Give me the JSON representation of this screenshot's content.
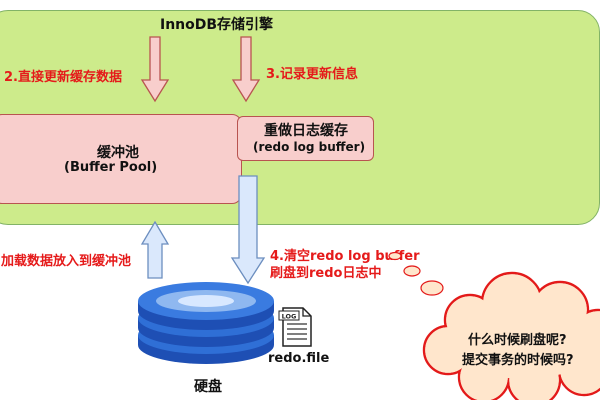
{
  "engine": {
    "title": "InnoDB存储引擎"
  },
  "buffer_pool": {
    "label_cn": "缓冲池",
    "label_en": "(Buffer Pool)"
  },
  "redo_log_buffer": {
    "label_cn": "重做日志缓存",
    "label_en": "(redo log buffer)"
  },
  "steps": {
    "step2": "2.直接更新缓存数据",
    "step3": "3.记录更新信息",
    "step4_line1": "4.清空redo log buffer",
    "step4_line2": "刷盘到redo日志中",
    "load": "加载数据放入到缓冲池"
  },
  "disk": {
    "label": "硬盘"
  },
  "redo_file": {
    "icon_text": "LOG",
    "label": "redo.file"
  },
  "thought": {
    "line1": "什么时候刷盘呢?",
    "line2": "提交事务的时候吗?"
  },
  "colors": {
    "panel_fill": "#cdeb8b",
    "box_fill": "#f8cecc",
    "arrow_pink": "#f8cecc",
    "arrow_blue": "#dae8fc",
    "step_text": "#e51a1a",
    "disk_blue": "#2f6fd6",
    "thought_fill": "#ffe6cc"
  }
}
